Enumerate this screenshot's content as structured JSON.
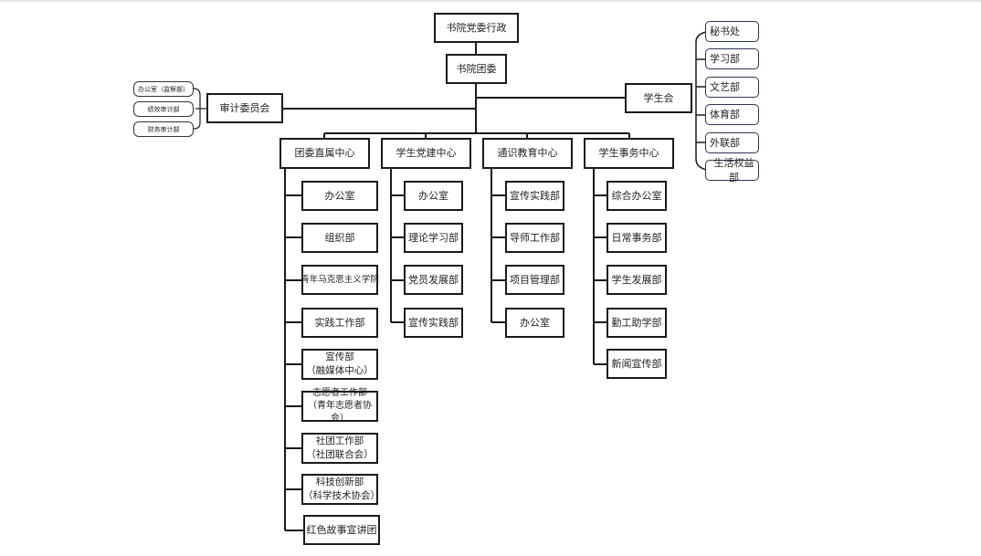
{
  "root": "书院党委行政",
  "committee": "书院团委",
  "audit": {
    "name": "审计委员会",
    "children": [
      "办公室（监察部）",
      "绩效审计部",
      "财务审计部"
    ]
  },
  "student_union": {
    "name": "学生会",
    "children": [
      "秘书处",
      "学习部",
      "文艺部",
      "体育部",
      "外联部",
      "生活权益部"
    ]
  },
  "centers": [
    {
      "name": "团委直属中心",
      "children": [
        "办公室",
        "组织部",
        "青年马克思主义学院",
        "实践工作部",
        "宣传部\n（融媒体中心）",
        "志愿者工作部\n（青年志愿者协会）",
        "社团工作部\n（社团联合会）",
        "科技创新部\n（科学技术协会）",
        "红色故事宣讲团"
      ]
    },
    {
      "name": "学生党建中心",
      "children": [
        "办公室",
        "理论学习部",
        "党员发展部",
        "宣传实践部"
      ]
    },
    {
      "name": "通识教育中心",
      "children": [
        "宣传实践部",
        "导师工作部",
        "项目管理部",
        "办公室"
      ]
    },
    {
      "name": "学生事务中心",
      "children": [
        "综合办公室",
        "日常事务部",
        "学生发展部",
        "勤工助学部",
        "新闻宣传部"
      ]
    }
  ]
}
